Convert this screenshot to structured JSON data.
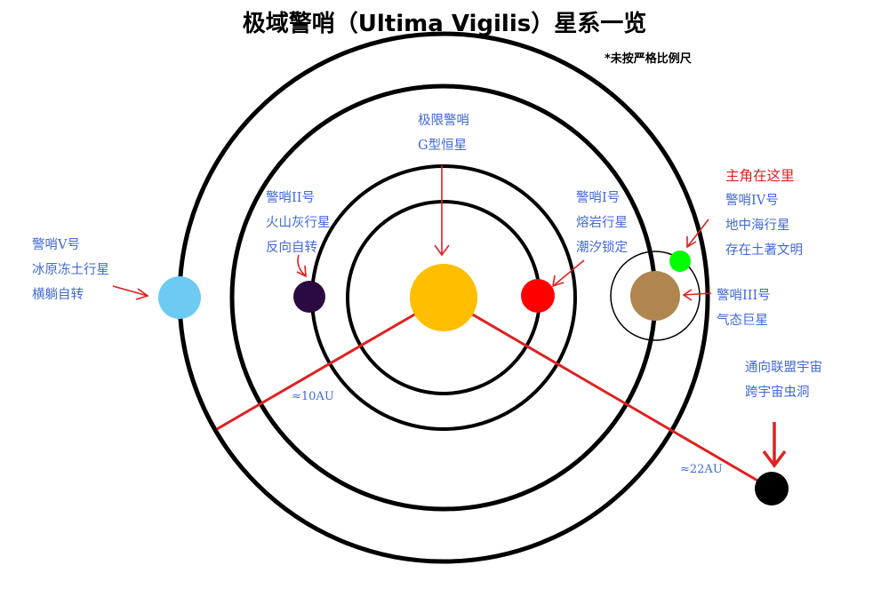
{
  "header": {
    "title": "极域警哨（Ultima Vigilis）星系一览",
    "note": "*未按严格比例尺"
  },
  "colors": {
    "orbit": "#000000",
    "pointer": "#e02020",
    "label": "#4169d6",
    "star": "#ffbe00",
    "planet_1": "#ff0000",
    "planet_2": "#2a0a40",
    "planet_3": "#b08550",
    "planet_4": "#00ff00",
    "planet_5": "#6dcaf2",
    "wormhole": "#000000"
  },
  "bodies": {
    "star": {
      "line1": "极限警哨",
      "line2": "G型恒星"
    },
    "p1": {
      "line1": "警哨I号",
      "line2": "熔岩行星",
      "line3": "潮汐锁定"
    },
    "p2": {
      "line1": "警哨II号",
      "line2": "火山灰行星",
      "line3": "反向自转"
    },
    "p3": {
      "line1": "警哨III号",
      "line2": "气态巨星"
    },
    "p4": {
      "marker": "主角在这里",
      "line1": "警哨IV号",
      "line2": "地中海行星",
      "line3": "存在土著文明"
    },
    "p5": {
      "line1": "警哨V号",
      "line2": "冰原冻土行星",
      "line3": "横躺自转"
    },
    "wormhole": {
      "line1": "通向联盟宇宙",
      "line2": "跨宇宙虫洞"
    }
  },
  "distances": {
    "d1": "≈10AU",
    "d2": "≈22AU"
  }
}
